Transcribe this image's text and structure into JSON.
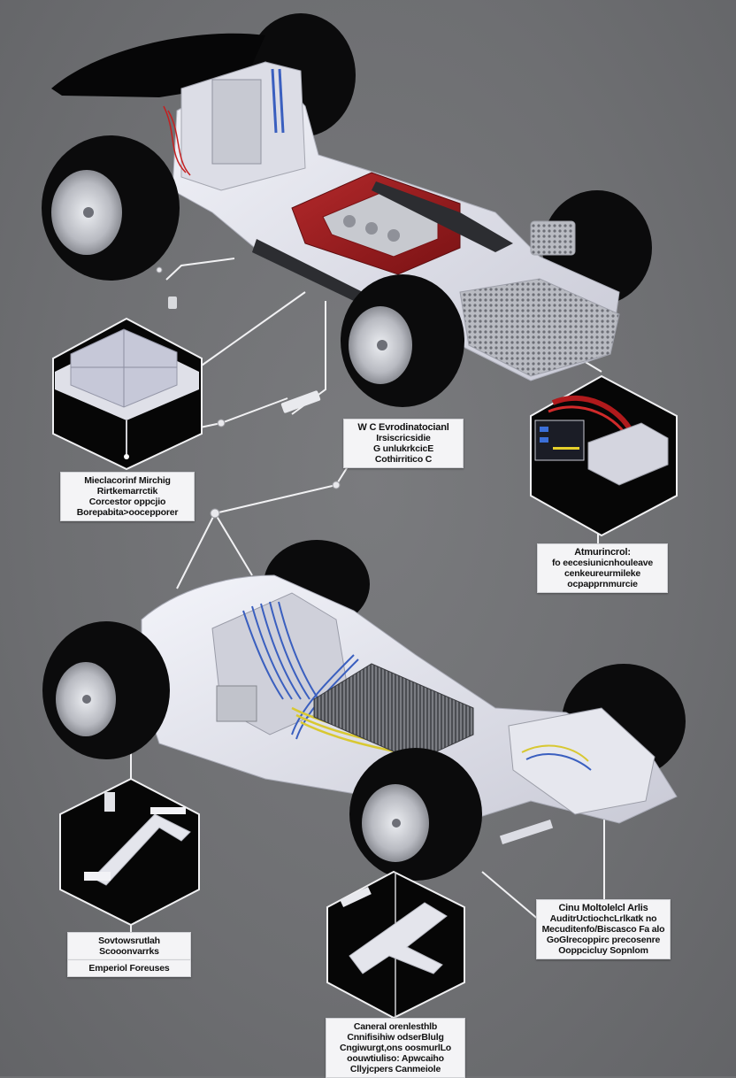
{
  "title": "Exploded technical illustration of car chassis components",
  "colors": {
    "background": "#707174",
    "chassis": "#e4e5ee",
    "tire": "#0b0b0c",
    "rim": "#c9cbd1",
    "frame_red": "#9c1c1e",
    "wire_blue": "#3a5fbf",
    "wire_yellow": "#d8c832",
    "hex_panel": "#060606",
    "label_bg": "#f4f4f6"
  },
  "labels": {
    "top_center": [
      "W C Evrodinatocianl",
      "Irsiscricsidie",
      "G unlukrkcicE",
      "Cothirritico C"
    ],
    "left_mid": [
      "Mieclacorinf Mirchig",
      "Rirtkemarrctik",
      "Corcestor oppcjio",
      "Borepabita>oocepporer"
    ],
    "right_mid": [
      "Atmurincrol:",
      "fo eecesiunicnhouleave",
      "cenkeureurmileke",
      "ocpapprnmurcie"
    ],
    "left_bottom": [
      "Sovtowsrutlah",
      "Scooonvarrks"
    ],
    "left_bottom_sub": "Emperiol Foreuses",
    "right_bottom": [
      "Cinu Moltolelcl Arlis",
      "AuditrUctiochcLrlkatk no",
      "Mecuditenfo/Biscasco Fa alo",
      "GoGlrecoppirc precosenre",
      "Ooppcicluy Sopnlom"
    ],
    "bottom_center": [
      "Caneral orenlesthlb",
      "Cnnifisihiw odserBlulg",
      "Cngiwurgt,ons oosmurlLo",
      "oouwtiuliso: Apwcaiho",
      "Cllyjcpers Canmeiole"
    ]
  },
  "components": {
    "top_vehicle": "chassis-with-red-frame",
    "bottom_vehicle": "body-shell-with-battery",
    "insets": [
      "battery-cell-block",
      "wiring-harness-module",
      "suspension-arm-left",
      "suspension-arm-bottom"
    ]
  }
}
